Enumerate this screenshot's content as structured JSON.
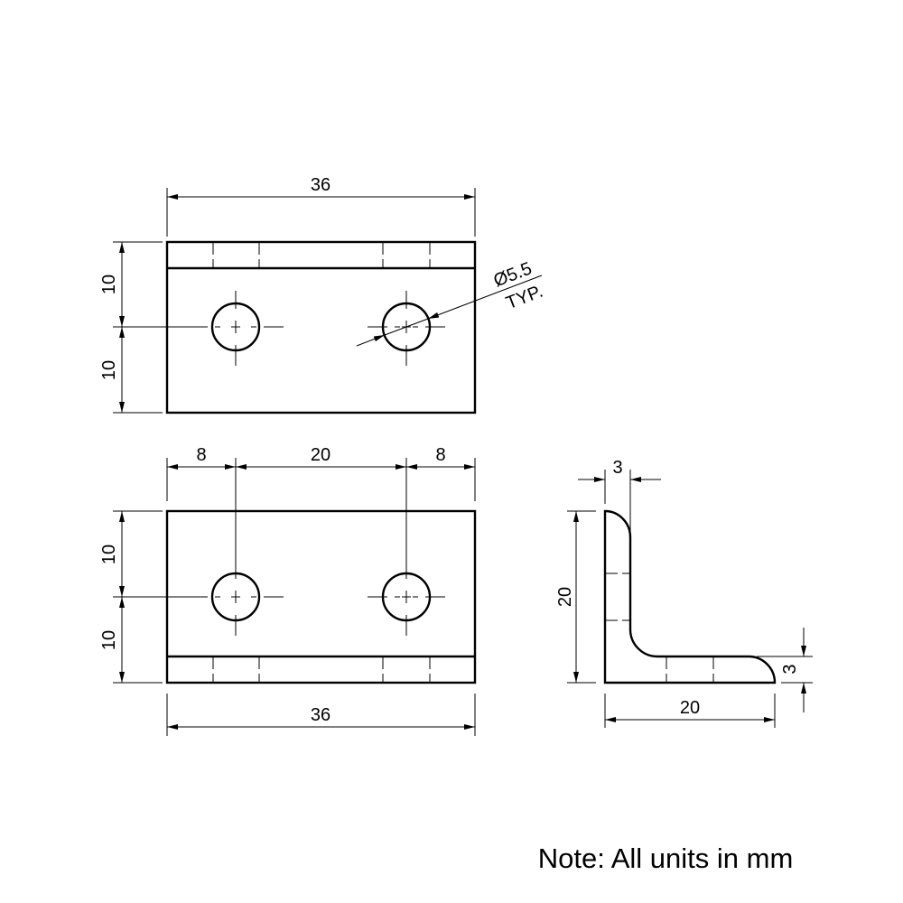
{
  "drawing": {
    "top_view": {
      "width_label": "36",
      "upper_height_label": "10",
      "lower_height_label": "10",
      "hole_label": "Ø5.5",
      "hole_note": "TYP."
    },
    "front_view": {
      "left_offset_label": "8",
      "hole_spacing_label": "20",
      "right_offset_label": "8",
      "upper_height_label": "10",
      "lower_height_label": "10",
      "width_label": "36"
    },
    "side_view": {
      "thickness_top_label": "3",
      "height_label": "20",
      "width_label": "20",
      "thickness_right_label": "3"
    },
    "note": "Note: All units in mm"
  }
}
